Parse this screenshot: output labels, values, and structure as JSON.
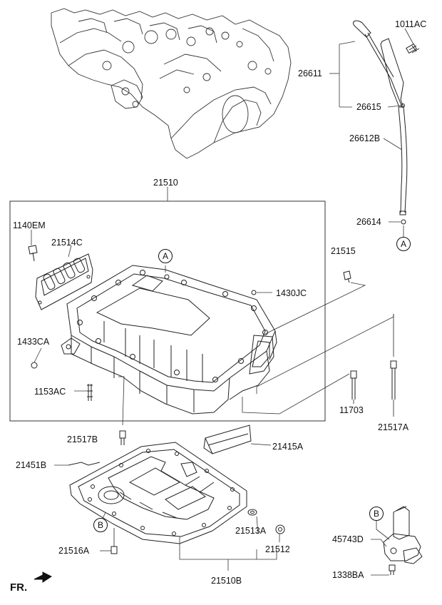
{
  "labels": {
    "p1011AC": "1011AC",
    "p26611": "26611",
    "p26615": "26615",
    "p26612B": "26612B",
    "p26614": "26614",
    "p21510": "21510",
    "p1140EM": "1140EM",
    "p21514C": "21514C",
    "p21515": "21515",
    "p1430JC": "1430JC",
    "p1433CA": "1433CA",
    "p1153AC": "1153AC",
    "p11703": "11703",
    "p21517A": "21517A",
    "p21517B": "21517B",
    "p21415A": "21415A",
    "p21451B": "21451B",
    "p21513A": "21513A",
    "p21512": "21512",
    "p21516A": "21516A",
    "p21510B": "21510B",
    "p45743D": "45743D",
    "p1338BA": "1338BA",
    "fr": "FR."
  },
  "refs": {
    "a": "A",
    "b": "B"
  }
}
